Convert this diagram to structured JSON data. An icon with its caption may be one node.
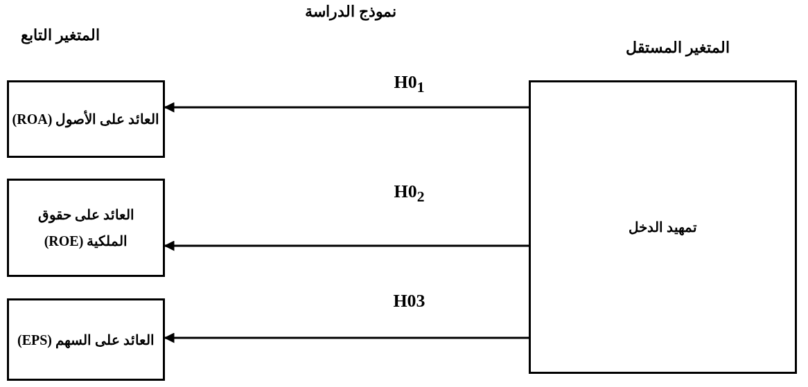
{
  "diagram": {
    "title": "نموذج الدراسة",
    "nodes": [
      {
        "text": [
          "تمهيد الدخل"
        ]
      },
      {
        "text": [
          "العائد على الأصول (ROA)"
        ]
      },
      {
        "text": [
          "العائد على حقوق الملكية (ROE)"
        ]
      },
      {
        "text": [
          "العائد على السهم (EPS)"
        ]
      }
    ],
    "edges": [
      {
        "from": 0,
        "to": 1,
        "arrow": "to",
        "label": "H0$_{1}$"
      },
      {
        "from": 0,
        "to": 2,
        "arrow": "to",
        "label": "H0$_{2}$"
      },
      {
        "from": 0,
        "to": 3,
        "arrow": "to",
        "label": "H03"
      }
    ],
    "labels": [
      "المتغير التابع",
      "المتغير المستقل"
    ]
  }
}
